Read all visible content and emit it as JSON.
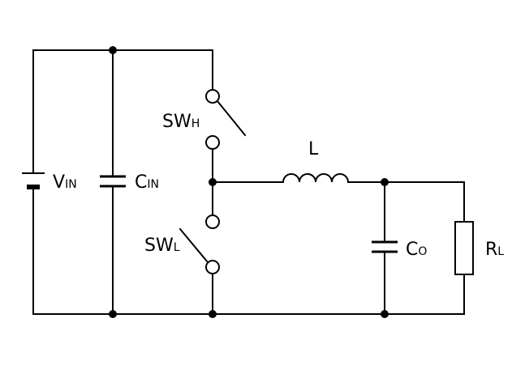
{
  "labels": {
    "vin": {
      "main": "V",
      "sub": "IN"
    },
    "cin": {
      "main": "C",
      "sub": "IN"
    },
    "swh": {
      "main": "SW",
      "sub": "H"
    },
    "swl": {
      "main": "SW",
      "sub": "L"
    },
    "inductor": {
      "main": "L"
    },
    "co": {
      "main": "C",
      "sub": "O"
    },
    "rl": {
      "main": "R",
      "sub": "L"
    }
  }
}
